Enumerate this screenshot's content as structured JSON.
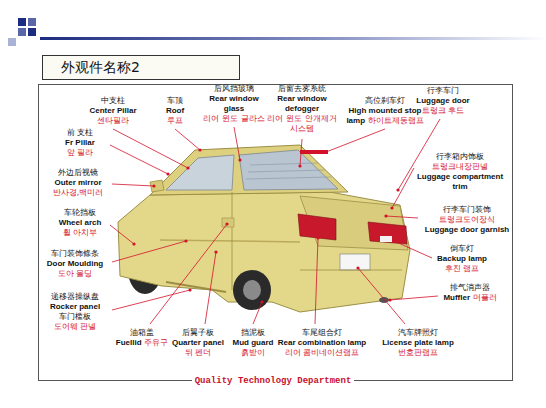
{
  "diagram": {
    "title": "外观件名称2",
    "caption": "Quality Technology Department",
    "labels": [
      "中支柱",
      "Center Pillar",
      "센타필라",
      "车顶",
      "Roof",
      "루프",
      "后风挡玻璃",
      "Rear window glass",
      "리어 윈도 글라스",
      "后窗去雾系统",
      "Rear window defogger",
      "리어 윈도 안개제거 시스템",
      "高位刹车灯",
      "High mounted stop lamp",
      "하이트제동램프",
      "行李车门",
      "Luggage door",
      "트렁크 후드",
      "前 支柱",
      "Fr Pillar",
      "앞 필라",
      "外边后视镜",
      "Outer mirror",
      "반사경,백미러",
      "车轮挡板",
      "Wheel arch",
      "휠 아치부",
      "车门装饰條条",
      "Door Moulding",
      "도아 몰딩",
      "递移器操纵盘",
      "Rocker panel",
      "车门槛板",
      "도어웨 판넬",
      "油箱盖",
      "Fuellid",
      "주유구",
      "后翼子板",
      "Quarter panel",
      "뒤 펜더",
      "挡泥板",
      "Mud guard",
      "흙받이",
      "车尾组合灯",
      "Rear combination lamp",
      "리어 콤비네이션램프",
      "汽车牌照灯",
      "License plate lamp",
      "번호판램프",
      "行李箱内饰板",
      "트렁크내장판넬",
      "Luggage compartment trim",
      "行李车门装饰",
      "트렁크도어장식",
      "Luggage door garnish",
      "倒车灯",
      "Backup lamp",
      "후진 램프",
      "排气消声器",
      "Muffler",
      "머플러"
    ]
  }
}
